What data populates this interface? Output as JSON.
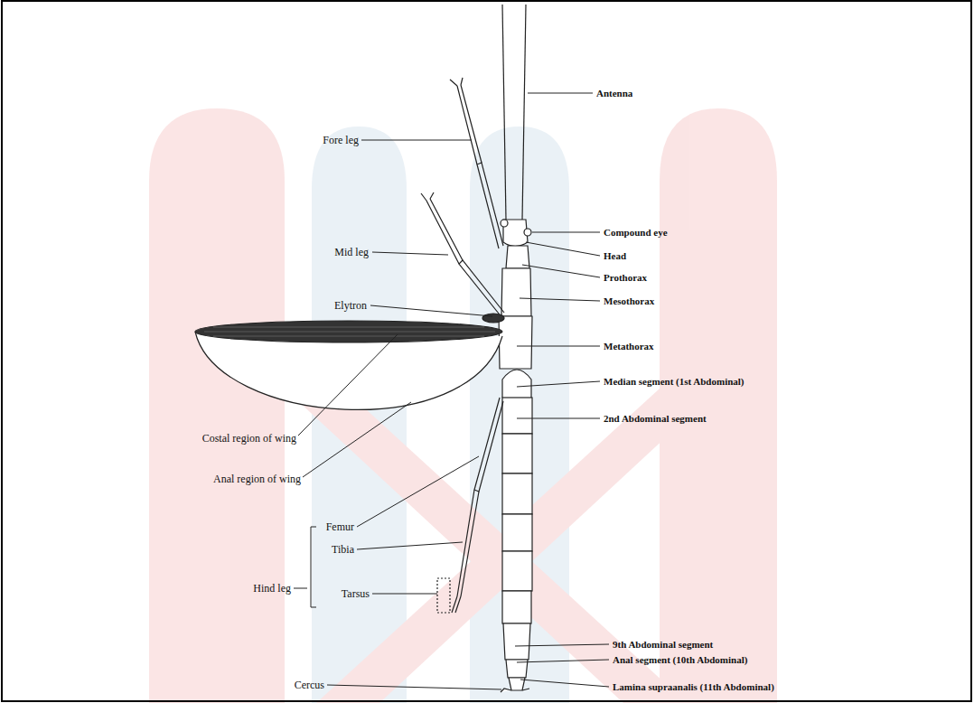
{
  "diagram": {
    "labels": [
      "Antenna",
      "Fore leg",
      "Compound eye",
      "Head",
      "Prothorax",
      "Mid leg",
      "Mesothorax",
      "Elytron",
      "Metathorax",
      "Median segment (1st Abdominal)",
      "2nd Abdominal segment",
      "Costal region of wing",
      "Anal region of wing",
      "Femur",
      "Tibia",
      "Hind leg",
      "Tarsus",
      "9th Abdominal segment",
      "Anal segment (10th Abdominal)",
      "Cercus",
      "Lamina supraanalis (11th Abdominal)"
    ]
  }
}
